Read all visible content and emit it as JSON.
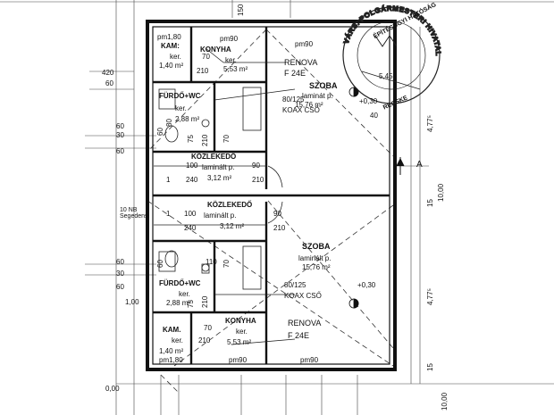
{
  "rooms": {
    "kam_top": {
      "name": "KAM:",
      "floor": "ker.",
      "area": "1,40 m²",
      "pm": "pm1,80"
    },
    "konyha_top": {
      "name": "KONYHA",
      "floor": "ker.",
      "area": "5,53 m²",
      "pm": "pm90"
    },
    "szoba_top": {
      "name": "SZOBA",
      "floor": "laminát p.",
      "area": "15,76 m²",
      "pm": "pm90"
    },
    "furdo_top": {
      "name": "FÜRDŐ+WC",
      "floor": "ker.",
      "area": "2,88 m²"
    },
    "kozl_top": {
      "name": "KÖZLEKEDŐ",
      "floor": "laminált p.",
      "area": "3,12 m²"
    },
    "kozl_bot": {
      "name": "KÖZLEKEDŐ",
      "floor": "laminált p.",
      "area": "3,12 m²"
    },
    "szoba_bot": {
      "name": "SZOBA",
      "floor": "laminált p.",
      "area": "15,76 m²"
    },
    "furdo_bot": {
      "name": "FÜRDŐ+WC",
      "floor": "ker.",
      "area": "2,88 m²"
    },
    "konyha_bot": {
      "name": "KONYHA",
      "floor": "ker.",
      "area": "5,53 m²",
      "pm": "pm90"
    },
    "kam_bot": {
      "name": "KAM.",
      "floor": "ker.",
      "area": "1,40 m²",
      "pm": "pm1,80"
    }
  },
  "equipment": {
    "renova_top": "RENOVA",
    "renova_top_model": "F 24E",
    "koax_top_size": "80/125",
    "koax_top": "KOAX CSŐ",
    "renova_bot": "RENOVA",
    "renova_bot_model": "F 24E",
    "koax_bot_size": "80/125",
    "koax_bot": "KOAX CSŐ",
    "pm90_bot": "pm90"
  },
  "levels": {
    "top": "+0,30",
    "bot": "+0,30"
  },
  "dims": {
    "d70a": "70",
    "d210a": "210",
    "d60a": "60",
    "d80a": "80",
    "d75a": "75",
    "d210b": "210",
    "d70b": "70",
    "d100a": "100",
    "d240a": "240",
    "d90a": "90",
    "d210c": "210",
    "d1a": "1",
    "d1b": "1",
    "d100b": "100",
    "d240b": "240",
    "d90b": "90",
    "d210d": "210",
    "d110": "110",
    "d60b": "60",
    "d75b": "75",
    "d210e": "210",
    "d70c": "70",
    "d70d": "70",
    "d210f": "210",
    "left60a": "60",
    "left30": "30",
    "left60b": "60",
    "left60c": "60",
    "left30b": "30",
    "left60d": "60",
    "left100": "1,00",
    "left000": "0,00",
    "l420": "420",
    "l60": "60",
    "l_bottom_num": "10,00",
    "top150": "150",
    "right_a": "A",
    "right_40": "40",
    "right_545": "5,45",
    "right_477a": "4,77⁵",
    "right_1000": "10,00",
    "right_477b": "4,77⁵",
    "right_15a": "15",
    "right_15b": "15"
  },
  "handwritten": "10 NB Segedensi",
  "stamp": {
    "line1": "VÁRS. POLGÁRMESTERI HIVATAL",
    "line2": "ÉPÍTÉSÜGYI HATÓSÁG",
    "line3": "RECSKE"
  }
}
